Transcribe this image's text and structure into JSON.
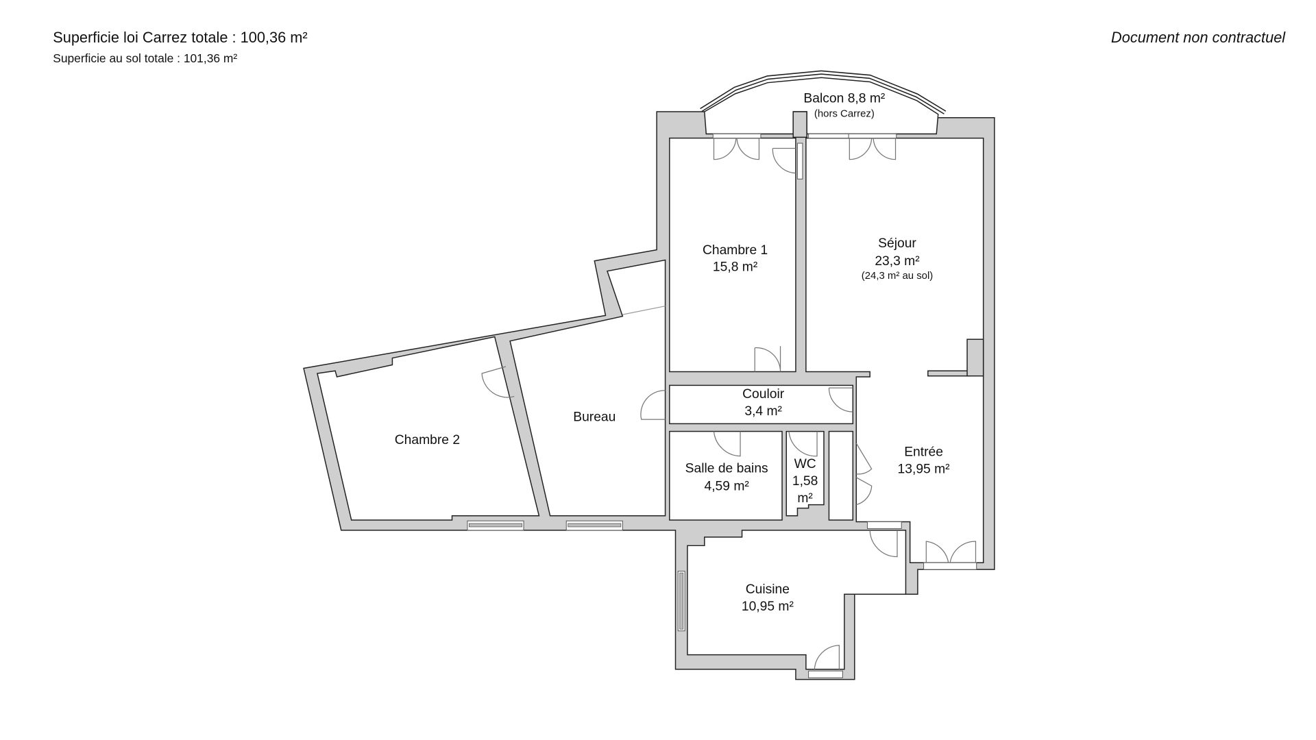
{
  "header": {
    "carrez_total": "Superficie loi Carrez totale : 100,36 m²",
    "sol_total": "Superficie au sol totale : 101,36 m²",
    "disclaimer": "Document non contractuel"
  },
  "rooms": {
    "balcon": {
      "name": "Balcon 8,8 m²",
      "note": "(hors Carrez)"
    },
    "chambre1": {
      "name": "Chambre 1",
      "area": "15,8 m²"
    },
    "sejour": {
      "name": "Séjour",
      "area": "23,3 m²",
      "note": "(24,3 m² au sol)"
    },
    "couloir": {
      "name": "Couloir",
      "area": "3,4 m²"
    },
    "bureau": {
      "name": "Bureau"
    },
    "chambre2": {
      "name": "Chambre 2"
    },
    "sdb": {
      "name": "Salle de bains",
      "area": "4,59 m²"
    },
    "wc": {
      "name": "WC",
      "area_num": "1,58",
      "area_unit": "m²"
    },
    "entree": {
      "name": "Entrée",
      "area": "13,95 m²"
    },
    "cuisine": {
      "name": "Cuisine",
      "area": "10,95 m²"
    }
  },
  "colors": {
    "wall": "#cfcfcf",
    "outline": "#222222"
  }
}
